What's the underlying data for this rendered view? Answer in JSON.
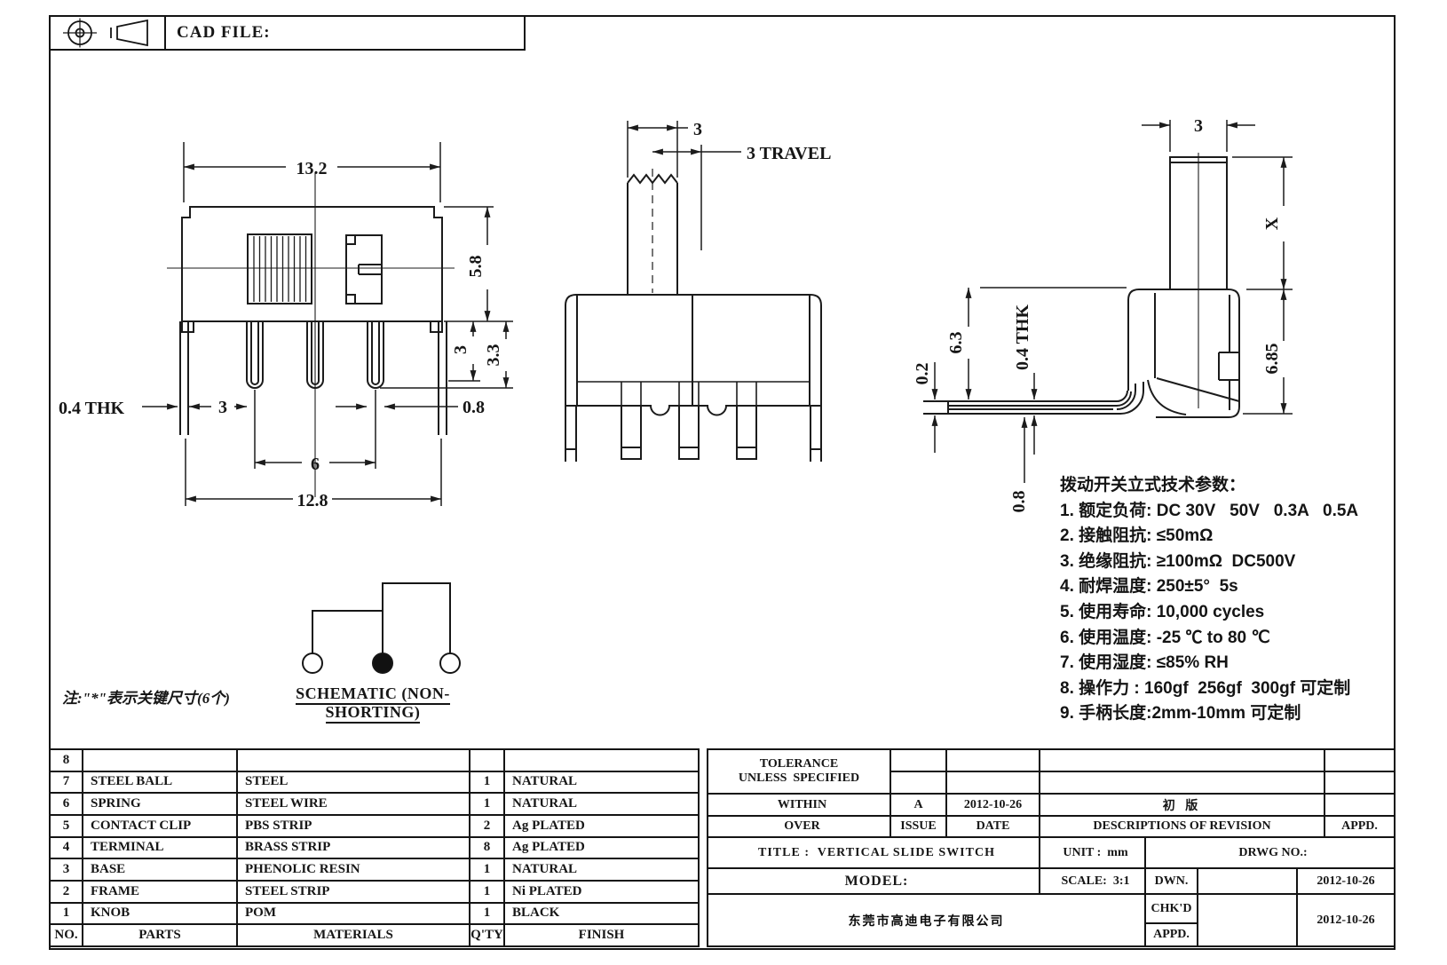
{
  "frame": {
    "cad_file_label": "CAD FILE:"
  },
  "views": {
    "front": {
      "dims": {
        "top_width": "13.2",
        "body_height": "5.8",
        "pin_length": "3",
        "pin_length_total": "3.3",
        "thickness": "0.4 THK",
        "pin_pitch": "3",
        "pin_width": "0.8",
        "pitch_span": "6",
        "bottom_width": "12.8"
      }
    },
    "side": {
      "dims": {
        "knob_width": "3",
        "travel": "3 TRAVEL"
      }
    },
    "profile": {
      "dims": {
        "knob_width": "3",
        "handle_height": "X",
        "body_height": "6.85",
        "inner_height": "6.3",
        "gap": "0.2",
        "thickness": "0.4 THK",
        "terminal_offset": "0.8"
      }
    }
  },
  "schematic": {
    "caption": "SCHEMATIC (NON-SHORTING)"
  },
  "note": {
    "text": "注:\"*\"表示关键尺寸(6个)"
  },
  "specs": {
    "title": "拨动开关立式技术参数：",
    "items": [
      "1. 额定负荷: DC 30V   50V   0.3A   0.5A",
      "2. 接触阻抗: ≤50mΩ",
      "3. 绝缘阻抗: ≥100mΩ  DC500V",
      "4. 耐焊温度: 250±5°  5s",
      "5. 使用寿命: 10,000 cycles",
      "6. 使用温度: -25 ℃ to 80 ℃",
      "7. 使用湿度: ≤85% RH",
      "8. 操作力 : 160gf  256gf  300gf 可定制",
      "9. 手柄长度:2mm-10mm 可定制"
    ]
  },
  "parts_table": {
    "headers": {
      "no": "NO.",
      "parts": "PARTS",
      "materials": "MATERIALS",
      "qty": "Q'TY",
      "finish": "FINISH"
    },
    "rows": [
      {
        "no": "8",
        "part": "",
        "material": "",
        "qty": "",
        "finish": ""
      },
      {
        "no": "7",
        "part": "STEEL BALL",
        "material": "STEEL",
        "qty": "1",
        "finish": "NATURAL"
      },
      {
        "no": "6",
        "part": "SPRING",
        "material": "STEEL WIRE",
        "qty": "1",
        "finish": "NATURAL"
      },
      {
        "no": "5",
        "part": "CONTACT CLIP",
        "material": "PBS STRIP",
        "qty": "2",
        "finish": "Ag PLATED"
      },
      {
        "no": "4",
        "part": "TERMINAL",
        "material": "BRASS STRIP",
        "qty": "8",
        "finish": "Ag PLATED"
      },
      {
        "no": "3",
        "part": "BASE",
        "material": "PHENOLIC RESIN",
        "qty": "1",
        "finish": "NATURAL"
      },
      {
        "no": "2",
        "part": "FRAME",
        "material": "STEEL STRIP",
        "qty": "1",
        "finish": "Ni PLATED"
      },
      {
        "no": "1",
        "part": "KNOB",
        "material": "POM",
        "qty": "1",
        "finish": "BLACK"
      }
    ]
  },
  "title_block": {
    "tolerance_title": "TOLERANCE",
    "tolerance_sub": "UNLESS  SPECIFIED",
    "within_label": "WITHIN",
    "over_label": "OVER",
    "issue_value": "A",
    "issue_label": "ISSUE",
    "date_value": "2012-10-26",
    "date_label": "DATE",
    "revision_value": "初 版",
    "revision_label": "DESCRIPTIONS OF REVISION",
    "appd_label": "APPD.",
    "title": "TITLE :  VERTICAL SLIDE SWITCH",
    "unit": "UNIT :  mm",
    "drwg_label": "DRWG NO.:",
    "model_label": "MODEL:",
    "scale": "SCALE:  3:1",
    "company": "东莞市高迪电子有限公司",
    "dwn_label": "DWN.",
    "dwn_date": "2012-10-26",
    "chkd_label": "CHK'D",
    "appd2_label": "APPD.",
    "chk_date": "2012-10-26"
  }
}
